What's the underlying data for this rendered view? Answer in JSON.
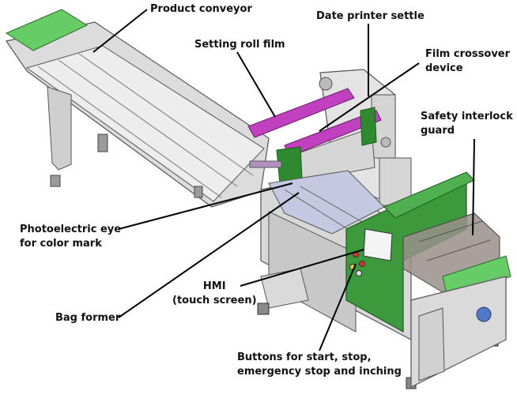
{
  "labels": {
    "product_conveyor": "Product conveyor",
    "date_printer": "Date printer settle",
    "setting_roll_film": "Setting roll film",
    "film_crossover": [
      "Film crossover",
      "device"
    ],
    "safety_guard": [
      "Safety interlock",
      "guard"
    ],
    "photo_eye": [
      "Photoelectric eye",
      "for color mark"
    ],
    "hmi": [
      "HMI",
      "(touch screen)"
    ],
    "bag_former": "Bag former",
    "buttons": [
      "Buttons for start, stop,",
      "emergency stop and inching"
    ]
  },
  "colors": {
    "machine_gray": "#dcdcdc",
    "machine_edge": "#555555",
    "panel_green": "#3c9a3c",
    "conveyor_green": "#66cc66",
    "film_roll": "#c040c0",
    "leader_line": "#000000",
    "hood": "#9a8f8a"
  }
}
